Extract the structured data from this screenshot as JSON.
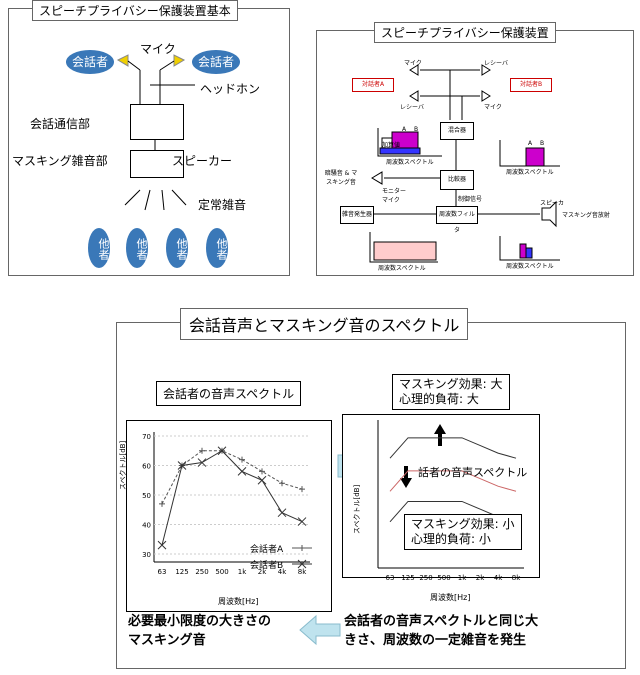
{
  "panel1": {
    "title": "スピーチプライバシー保護装置基本",
    "speaker_left": "会話者",
    "speaker_right": "会話者",
    "mic": "マイク",
    "headphone": "ヘッドホン",
    "comm_unit": "会話通信部",
    "masking_unit": "マスキング雑音部",
    "loudspeaker": "スピーカー",
    "steady_noise": "定常雑音",
    "others": [
      "他者",
      "他者",
      "他者",
      "他者"
    ]
  },
  "panel2": {
    "title": "スピーチプライバシー保護装置",
    "talker_a": "対話者A",
    "talker_b": "対話者B",
    "mic": "マイク",
    "receiver": "レシーバ",
    "mixer": "混合器",
    "comparator": "比較器",
    "noise_gen": "雑音発生器",
    "freq_filter": "周波数フィルタ",
    "control_signal": "制御信号",
    "ambient_noise": "暗騒音 & マスキング音",
    "monitor_mic": "モニター マイク",
    "speaker": "スピーカ",
    "masking_emit": "マスキング音放射",
    "spec_label": "周波数スペクトル",
    "spec_a": "A",
    "spec_b": "B",
    "spec_legend": "加算値"
  },
  "panel3": {
    "title": "会話音声とマスキング音のスペクトル",
    "talker_spectrum_title": "会話者の音声スペクトル",
    "high_box_line1": "マスキング効果: 大",
    "high_box_line2": "心理的負荷: 大",
    "low_box_line1": "マスキング効果: 小",
    "low_box_line2": "心理的負荷: 小",
    "inner_label": "話者の音声スペクトル",
    "bottom_left_line1": "必要最小限度の大きさの",
    "bottom_left_line2": "マスキング音",
    "bottom_right_line1": "会話者の音声スペクトルと同じ大",
    "bottom_right_line2": "きさ、周波数の一定雑音を発生"
  },
  "chart_data": [
    {
      "type": "line",
      "x": [
        "63",
        "125",
        "250",
        "500",
        "1k",
        "2k",
        "4k",
        "8k"
      ],
      "series": [
        {
          "name": "会話者A",
          "values": [
            47,
            60,
            65,
            65,
            62,
            58,
            54,
            52
          ]
        },
        {
          "name": "会話者B",
          "values": [
            33,
            60,
            61,
            65,
            58,
            55,
            44,
            41
          ]
        }
      ],
      "xlabel": "周波数[Hz]",
      "ylabel": "スペクトル[dB]",
      "yticks": [
        "30",
        "40",
        "50",
        "60",
        "70"
      ],
      "ylim": [
        30,
        70
      ],
      "legend_position": "bottom-right",
      "colors": {
        "A": "#555555",
        "B": "#333333"
      }
    },
    {
      "type": "line",
      "x": [
        "63",
        "125",
        "250",
        "500",
        "1k",
        "2k",
        "4k",
        "8k"
      ],
      "series": [
        {
          "values": [
            60,
            68,
            68,
            68,
            68,
            65,
            62,
            60
          ]
        },
        {
          "values": [
            47,
            55,
            55,
            55,
            55,
            52,
            49,
            47
          ]
        },
        {
          "values": [
            35,
            43,
            43,
            43,
            43,
            40,
            37,
            35
          ]
        }
      ],
      "xlabel": "周波数[Hz]",
      "ylabel": "スペクトル[dB]",
      "colors": {
        "top": "#333333",
        "mid": "#cc6666",
        "bottom": "#333333"
      }
    }
  ]
}
